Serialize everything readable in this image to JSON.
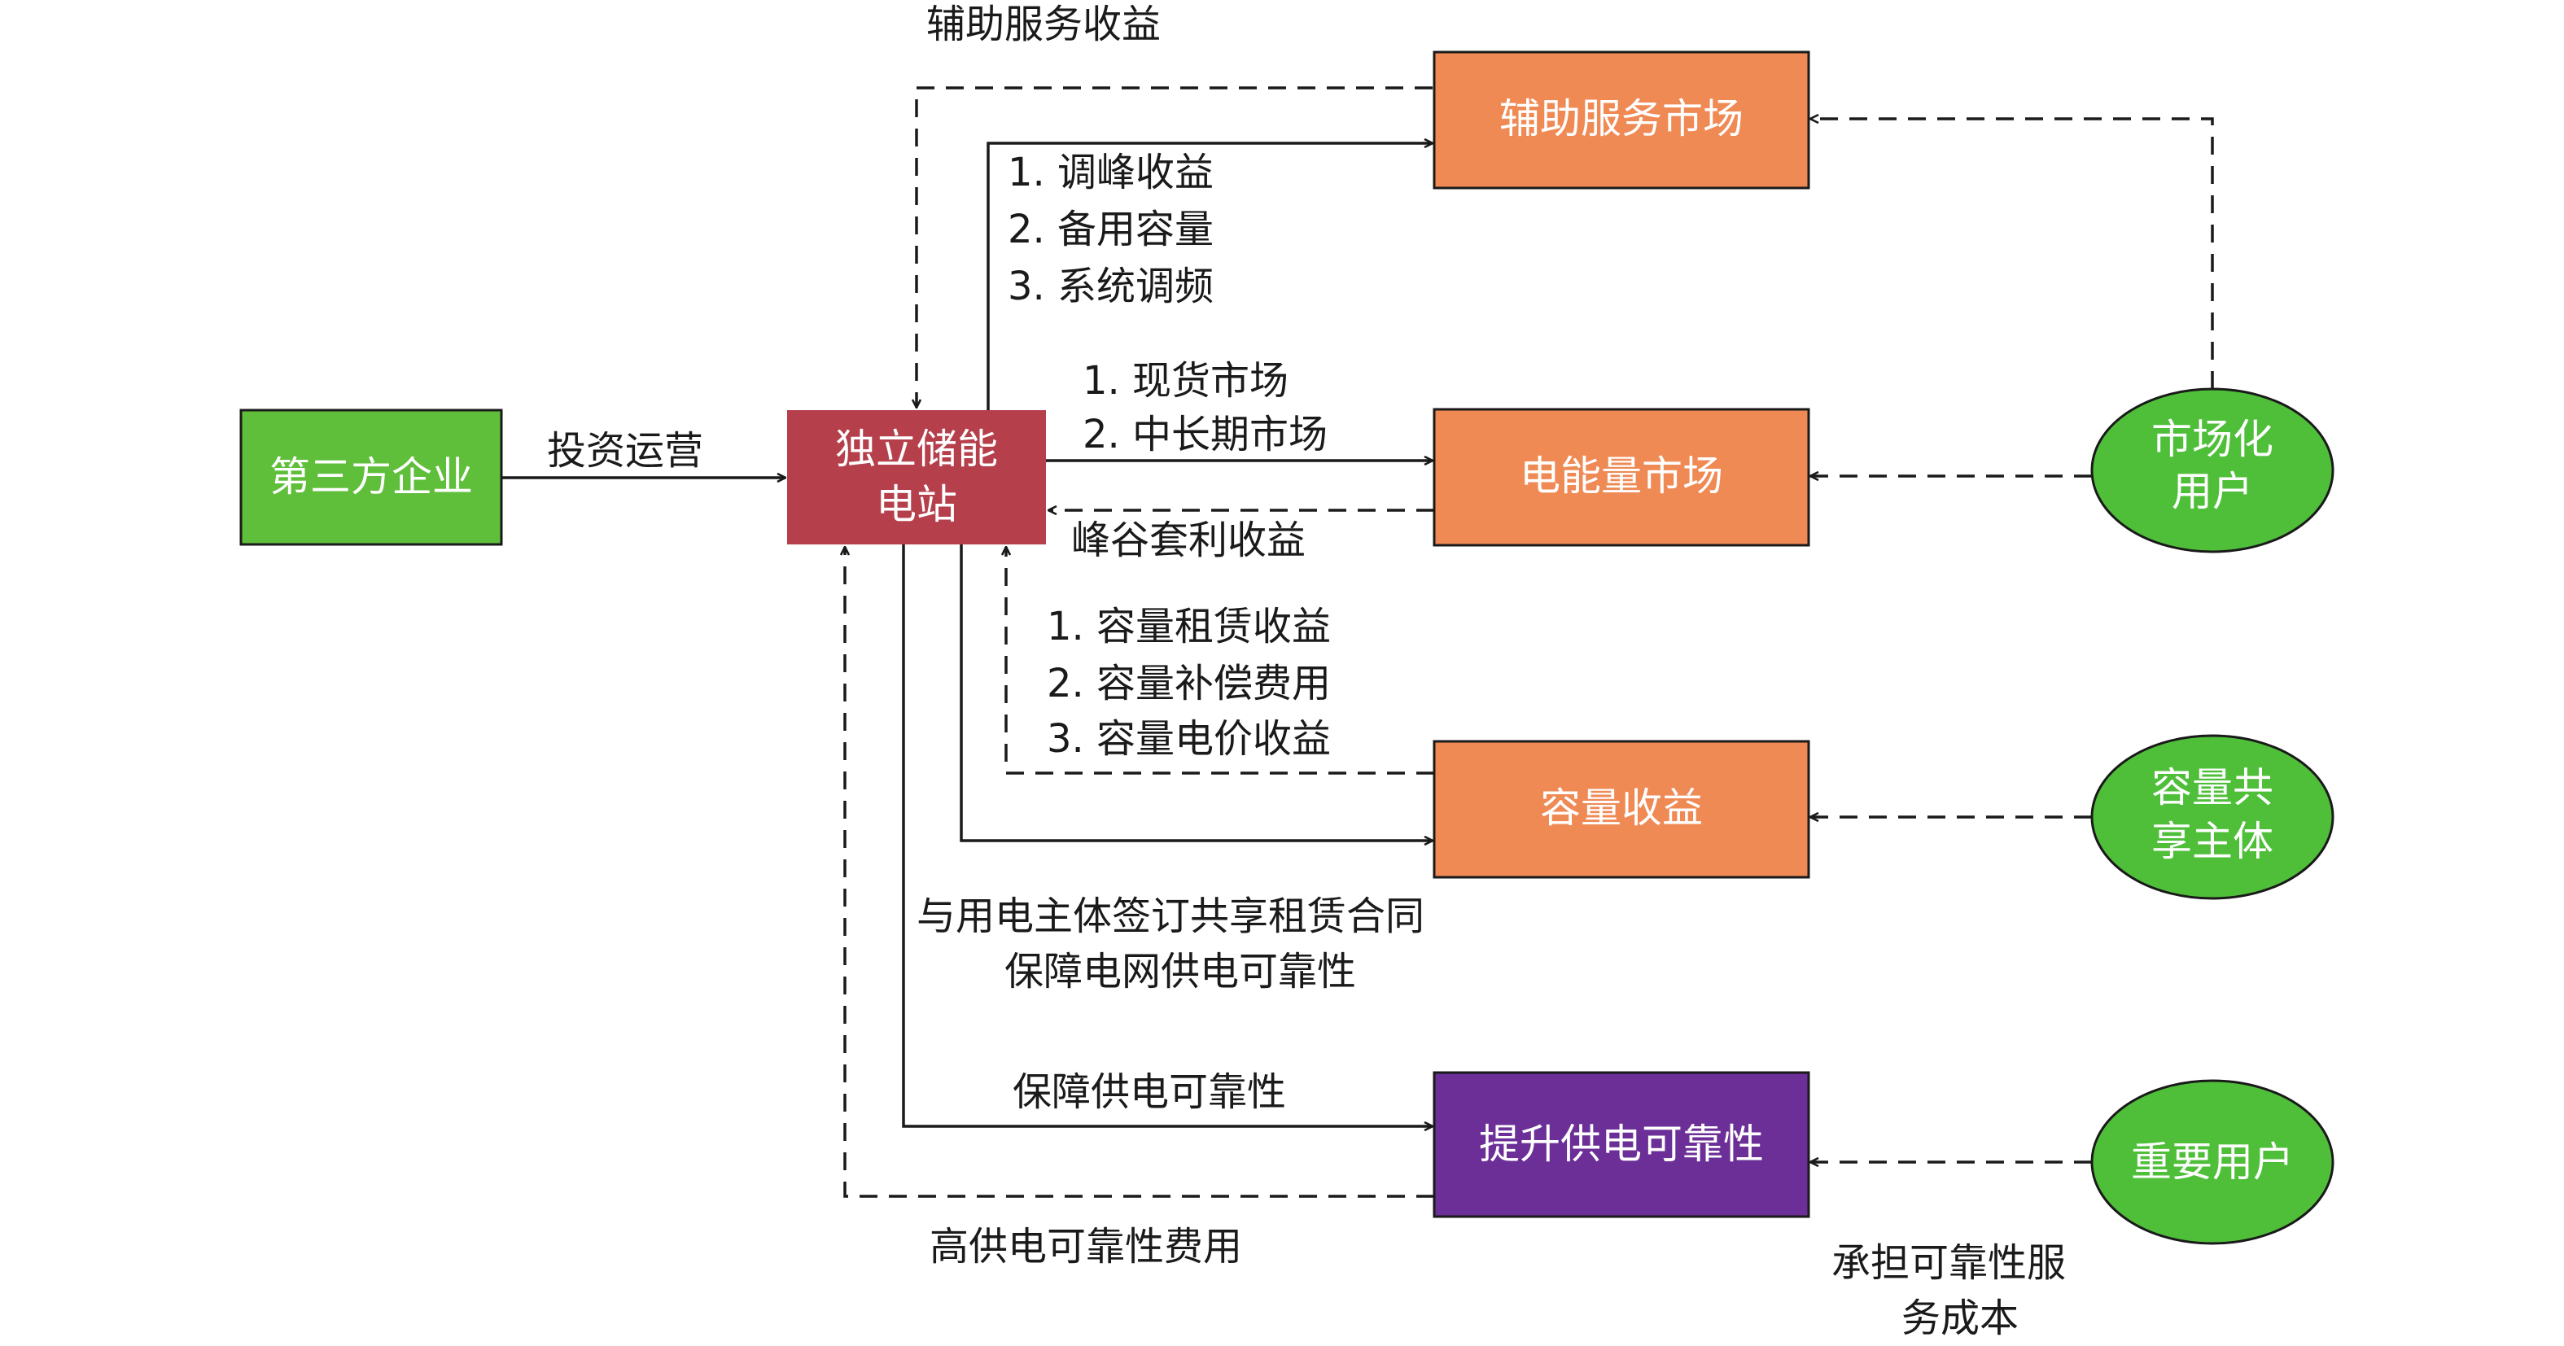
{
  "colors": {
    "green": "#5fbf3a",
    "red": "#b53f4b",
    "orange": "#ef8a55",
    "purple": "#6b2f97",
    "ellipse": "#4fbf3a",
    "line": "#1a1a1a"
  },
  "nodes": {
    "third_party": "第三方企业",
    "storage_line1": "独立储能",
    "storage_line2": "电站",
    "aux_market": "辅助服务市场",
    "energy_market": "电能量市场",
    "capacity_revenue": "容量收益",
    "reliability": "提升供电可靠性",
    "market_user_line1": "市场化",
    "market_user_line2": "用户",
    "capacity_share_line1": "容量共",
    "capacity_share_line2": "享主体",
    "key_user": "重要用户"
  },
  "labels": {
    "invest": "投资运营",
    "aux_revenue": "辅助服务收益",
    "aux_items": [
      "1. 调峰收益",
      "2. 备用容量",
      "3. 系统调频"
    ],
    "energy_items": [
      "1. 现货市场",
      "2. 中长期市场"
    ],
    "arbitrage": "峰谷套利收益",
    "capacity_items": [
      "1. 容量租赁收益",
      "2. 容量补偿费用",
      "3. 容量电价收益"
    ],
    "contract_line1": "与用电主体签订共享租赁合同",
    "contract_line2": "保障电网供电可靠性",
    "ensure_supply": "保障供电可靠性",
    "high_rel_fee": "高供电可靠性费用",
    "bear_cost_line1": "承担可靠性服",
    "bear_cost_line2": "务成本"
  }
}
